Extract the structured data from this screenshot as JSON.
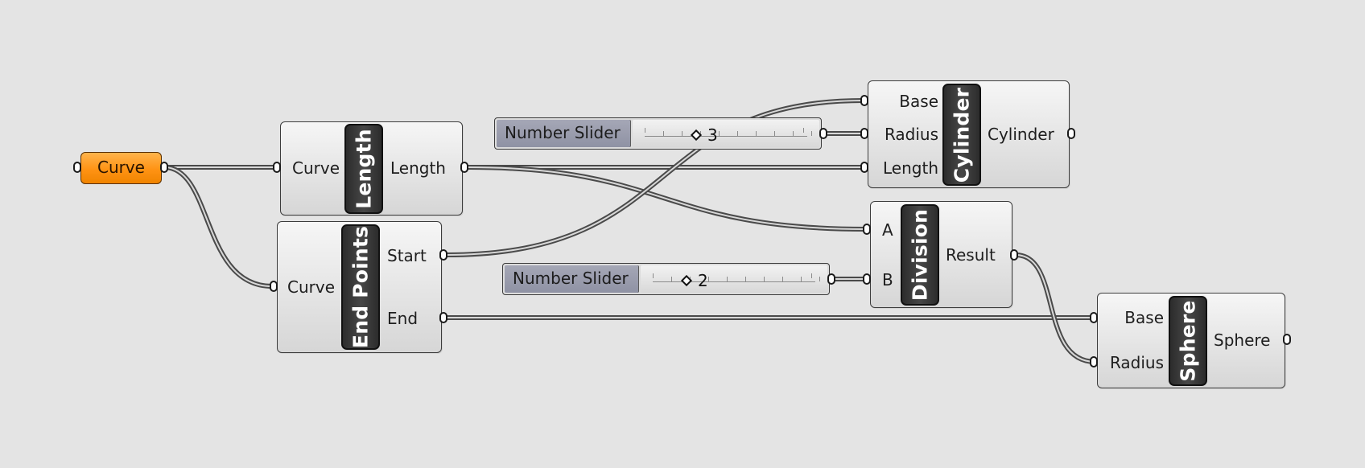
{
  "canvas": {
    "curve_param": {
      "label": "Curve",
      "color": "#ff9314"
    },
    "length_comp": {
      "title": "Length",
      "inputs": [
        "Curve"
      ],
      "outputs": [
        "Length"
      ]
    },
    "endpoints_comp": {
      "title": "End Points",
      "inputs": [
        "Curve"
      ],
      "outputs": [
        "Start",
        "End"
      ]
    },
    "slider_radius": {
      "name": "Number Slider",
      "value": "3",
      "fraction": 0.32
    },
    "slider_b": {
      "name": "Number Slider",
      "value": "2",
      "fraction": 0.21
    },
    "cylinder_comp": {
      "title": "Cylinder",
      "inputs": [
        "Base",
        "Radius",
        "Length"
      ],
      "outputs": [
        "Cylinder"
      ]
    },
    "division_comp": {
      "title": "Division",
      "inputs": [
        "A",
        "B"
      ],
      "outputs": [
        "Result"
      ]
    },
    "sphere_comp": {
      "title": "Sphere",
      "inputs": [
        "Base",
        "Radius"
      ],
      "outputs": [
        "Sphere"
      ]
    }
  }
}
